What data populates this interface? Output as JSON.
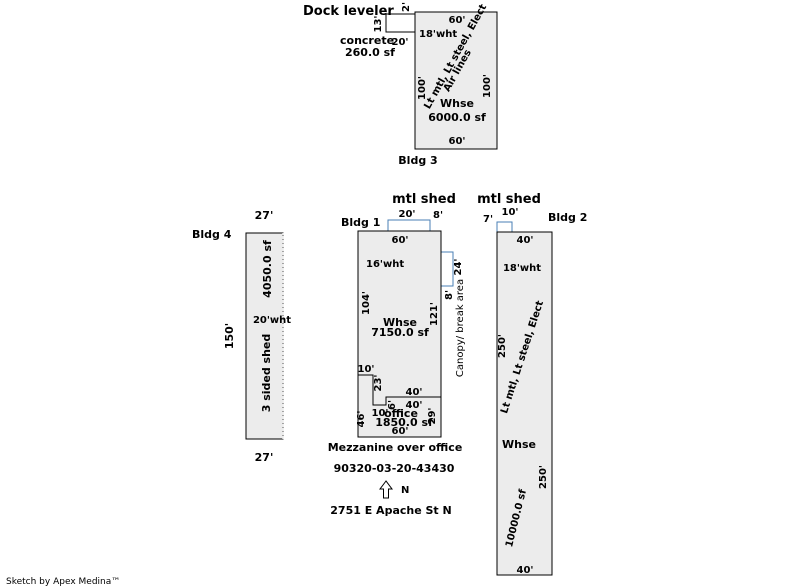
{
  "footer": {
    "credit": "Sketch by Apex Medina™"
  },
  "bldg3": {
    "label": "Bldg 3",
    "dock_leveler": "Dock leveler",
    "dock_dim_left": "13'",
    "dock_dim_top": "2'",
    "dock_dim_bottom": "20'",
    "concrete_name": "concrete",
    "concrete_area": "260.0 sf",
    "top_dim": "60'",
    "bottom_dim": "60'",
    "left_dim": "100'",
    "right_dim": "100'",
    "wht": "18'wht",
    "construction_1": "Lt mtl, Lt steel, Elect",
    "construction_2": "Air lines",
    "use": "Whse",
    "area": "6000.0 sf"
  },
  "bldg4": {
    "label": "Bldg 4",
    "top_dim": "27'",
    "bottom_dim": "27'",
    "left_dim": "150'",
    "area": "4050.0 sf",
    "wht": "20'wht",
    "use": "3 sided shed"
  },
  "bldg1": {
    "label": "Bldg 1",
    "shed_label": "mtl shed",
    "shed_dim_w": "20'",
    "shed_dim_d": "8'",
    "top_dim": "60'",
    "wht": "16'wht",
    "left_dim": "104'",
    "right_dim": "121'",
    "canopy_dim": "24'",
    "canopy_side": "8'",
    "canopy_label": "Canopy/ break area",
    "use": "Whse",
    "area": "7150.0 sf",
    "notch_w": "10'",
    "notch_h": "23'",
    "office_top": "40'",
    "office_top_inner": "40'",
    "office_small": "6'",
    "office_left": "10'",
    "office_use": "office",
    "office_area": "1850.0 sf",
    "left_lower_dim": "46'",
    "right_lower_dim": "29'",
    "bottom_dim": "60'",
    "mezz": "Mezzanine over office",
    "parcel": "90320-03-20-43430",
    "north": "N",
    "address": "2751 E Apache St N"
  },
  "bldg2": {
    "label": "Bldg 2",
    "shed_label": "mtl shed",
    "shed_dim_left": "7'",
    "shed_dim_top": "10'",
    "top_dim": "40'",
    "wht": "18'wht",
    "construction": "Lt mtl, Lt steel, Elect",
    "left_dim": "250'",
    "right_dim": "250'",
    "use": "Whse",
    "area": "10000.0 sf",
    "bottom_dim": "40'"
  }
}
